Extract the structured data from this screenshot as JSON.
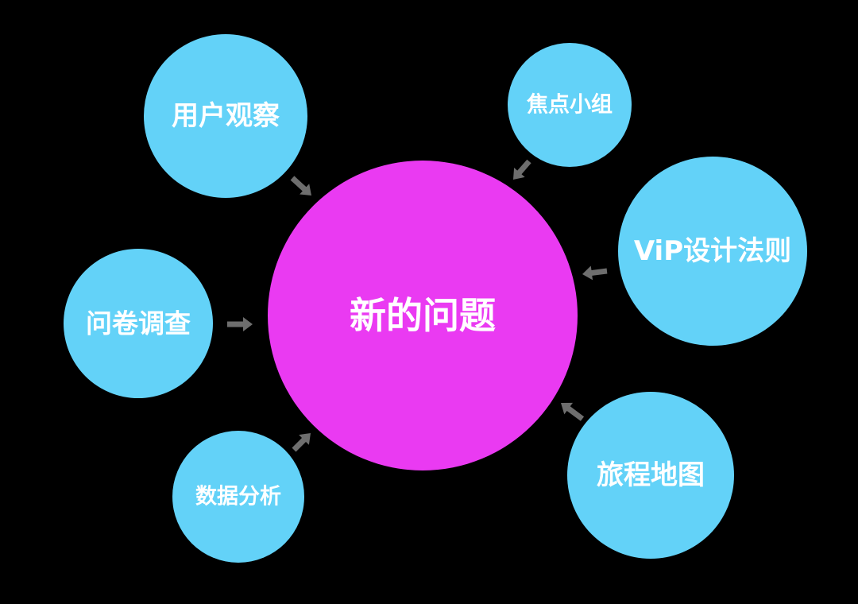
{
  "diagram": {
    "center": {
      "label": "新的问题",
      "color": "#EA3AF2"
    },
    "satellite_color": "#63D2F8",
    "arrow_color": "#6E6E6E",
    "background": "#000000",
    "satellites": [
      {
        "id": "user-observation",
        "label": "用户观察"
      },
      {
        "id": "focus-group",
        "label": "焦点小组"
      },
      {
        "id": "vip-design-rules",
        "label": "ViP设计法则"
      },
      {
        "id": "questionnaire",
        "label": "问卷调查"
      },
      {
        "id": "data-analysis",
        "label": "数据分析"
      },
      {
        "id": "journey-map",
        "label": "旅程地图"
      }
    ]
  }
}
